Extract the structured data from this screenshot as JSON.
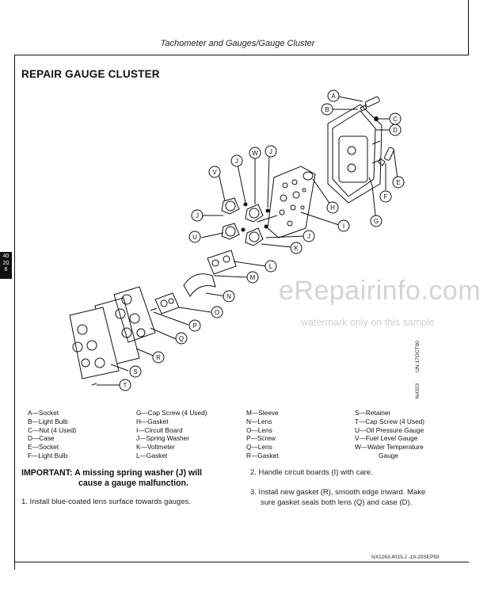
{
  "header": {
    "title": "Tachometer and Gauges/Gauge Cluster"
  },
  "section": {
    "title": "REPAIR GAUGE CLUSTER"
  },
  "tab": {
    "line1": "40",
    "line2": "20",
    "line3": "6"
  },
  "diagram": {
    "callouts": [
      "A",
      "B",
      "C",
      "D",
      "E",
      "F",
      "G",
      "H",
      "I",
      "J",
      "K",
      "L",
      "M",
      "N",
      "O",
      "P",
      "Q",
      "R",
      "S",
      "T",
      "U",
      "V",
      "W"
    ],
    "code1": "UN-17OCT90",
    "code2": "N4323"
  },
  "watermark": {
    "main": "eRepairinfo.com",
    "sub": "watermark only on this sample"
  },
  "legend": {
    "col1": [
      "A—Socket",
      "B—Light Bulb",
      "C—Nut (4 Used)",
      "D—Case",
      "E—Socket",
      "F—Light Bulb"
    ],
    "col2": [
      "G—Cap Screw (4 Used)",
      "H—Gasket",
      "I—Circuit Board",
      "J—Spring Washer",
      "K—Voltmeter",
      "L—Gasket"
    ],
    "col3": [
      "M—Sleeve",
      "N—Lens",
      "O—Lens",
      "P—Screw",
      "Q—Lens",
      "R—Gasket"
    ],
    "col4": [
      "S—Retainer",
      "T—Cap Screw (4 Used)",
      "U—Oil Pressure Gauge",
      "V—Fuel Level Gauge",
      "W—Water Temperature"
    ],
    "col4_cont": "Gauge"
  },
  "important": {
    "line1": "IMPORTANT: A missing spring washer (J) will",
    "line2": "cause a gauge malfunction."
  },
  "steps": {
    "step1": "1. Install blue-coated lens surface towards gauges.",
    "step2": "2. Handle circuit boards (I) with care.",
    "step3_l1": "3. Install new gasket (R), smooth edge inward. Make",
    "step3_l2": "sure gasket seals both lens (Q) and case (D)."
  },
  "footer": {
    "code": "NX1263,4015,J  -19-20SEP93"
  }
}
